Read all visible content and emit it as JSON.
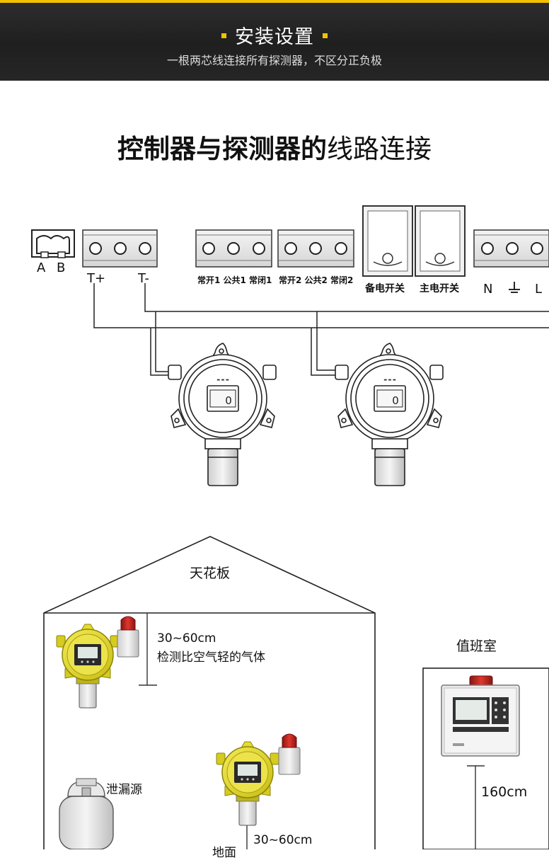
{
  "header": {
    "title": "安装设置",
    "subtitle": "一根两芯线连接所有探测器，不区分正负极"
  },
  "wiring": {
    "title_bold": "控制器与探测器的",
    "title_normal": "线路连接",
    "terminal_ab": {
      "a": "A",
      "b": "B"
    },
    "terminal_t": {
      "plus": "T+",
      "minus": "T-"
    },
    "relay1": "常开1 公共1 常闭1",
    "relay2": "常开2 公共2 常闭2",
    "backup_switch": "备电开关",
    "main_switch": "主电开关",
    "power": {
      "n": "N",
      "l": "L"
    },
    "detector_display_value": "0"
  },
  "install": {
    "ceiling": "天花板",
    "distance_top": "30~60cm",
    "light_gas_note": "检测比空气轻的气体",
    "leak_source": "泄漏源",
    "distance_bottom": "30~60cm",
    "ground": "地面",
    "duty_room": "值班室",
    "controller_height": "160cm"
  },
  "colors": {
    "header_bg": "#262626",
    "accent_yellow": "#f2c200",
    "detector_yellow": "#e8dc2a",
    "alarm_red": "#c0231f"
  }
}
